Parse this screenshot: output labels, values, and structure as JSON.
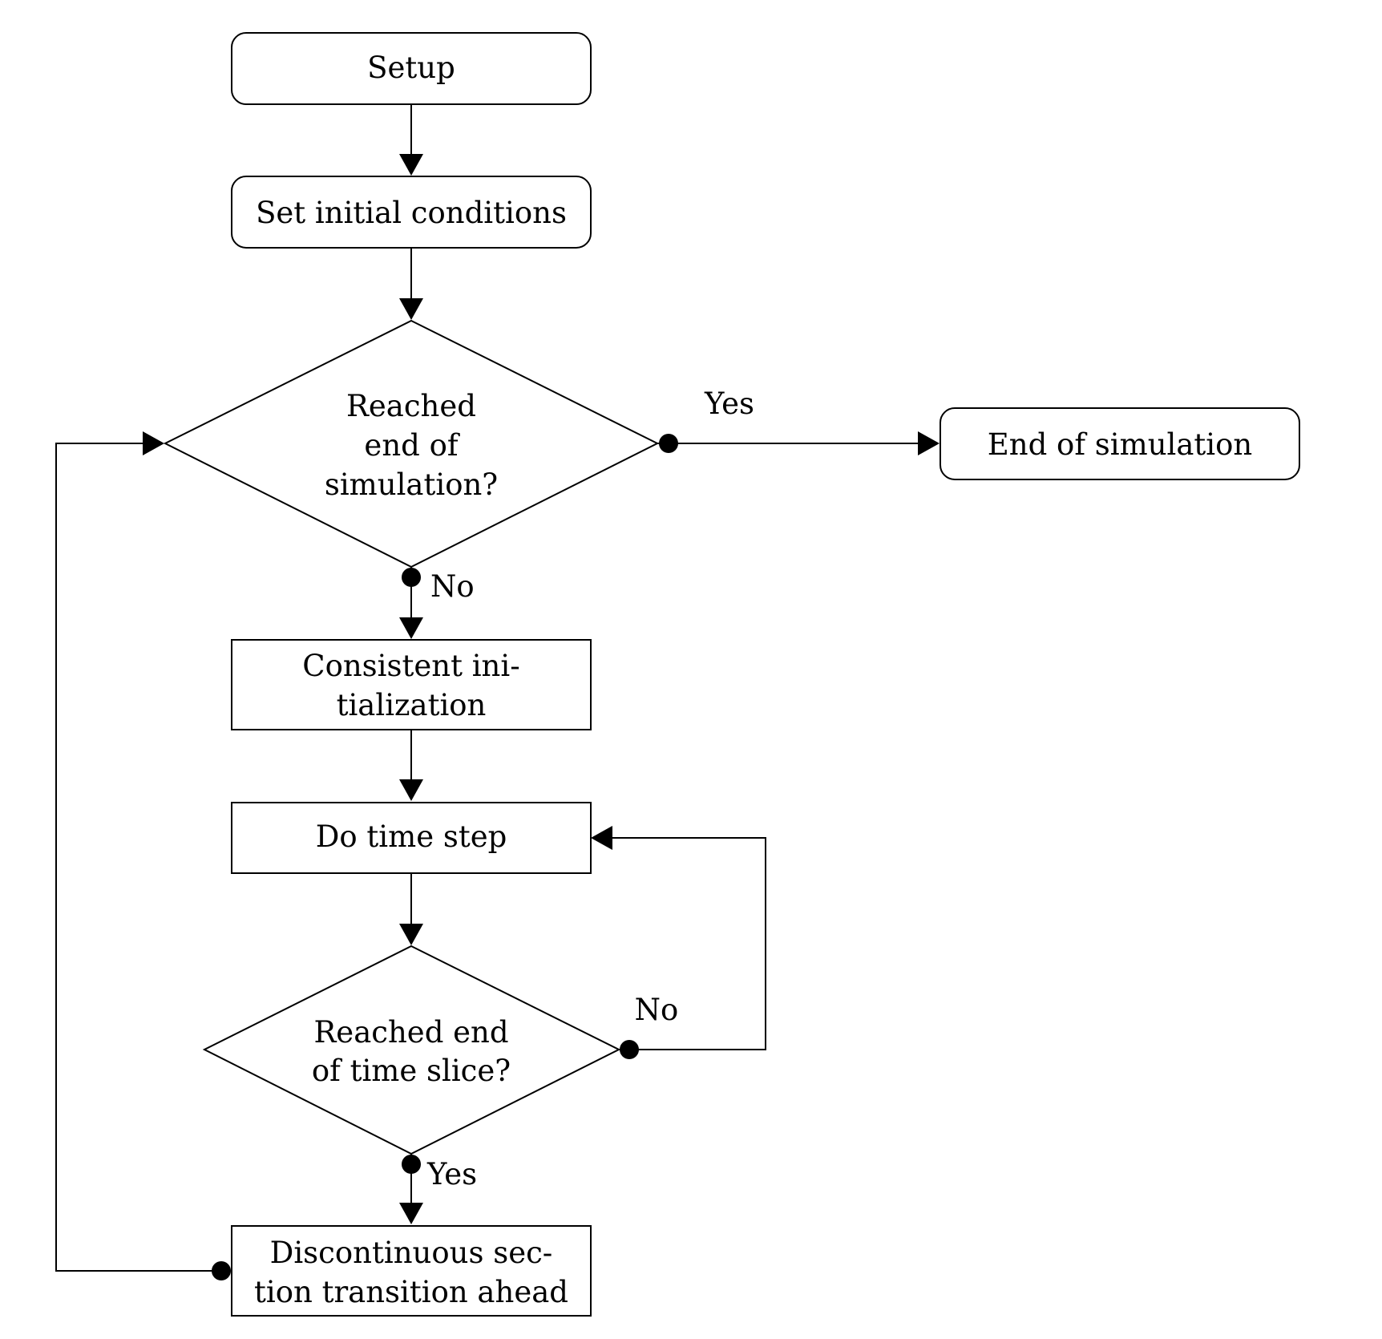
{
  "nodes": {
    "setup": {
      "label": "Setup"
    },
    "initial": {
      "label": "Set initial conditions"
    },
    "end_sim_decision": {
      "line1": "Reached",
      "line2": "end of",
      "line3": "simulation?"
    },
    "end_of_simulation": {
      "label": "End of simulation"
    },
    "consistent_init": {
      "line1": "Consistent ini-",
      "line2": "tialization"
    },
    "time_step": {
      "label": "Do time step"
    },
    "time_slice_decision": {
      "line1": "Reached end",
      "line2": "of time slice?"
    },
    "discontinuous": {
      "line1": "Discontinuous sec-",
      "line2": "tion transition ahead"
    }
  },
  "edge_labels": {
    "sim_yes": "Yes",
    "sim_no": "No",
    "slice_no": "No",
    "slice_yes": "Yes"
  },
  "colors": {
    "stroke": "#000000",
    "background": "#ffffff"
  }
}
